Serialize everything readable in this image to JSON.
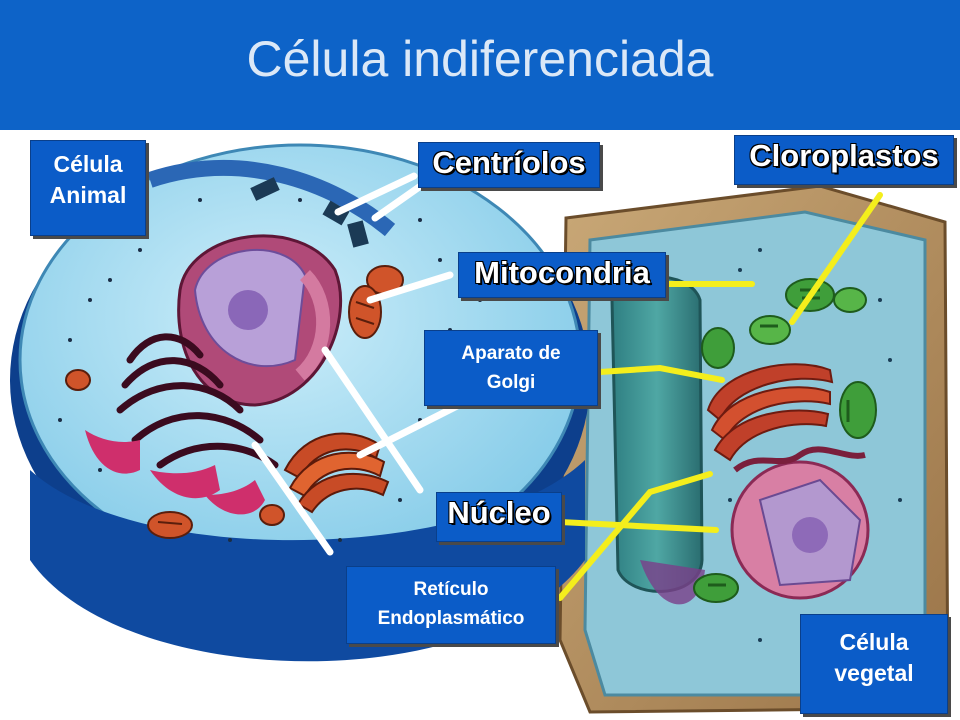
{
  "title": "Célula indiferenciada",
  "labels": {
    "animal_cell": [
      "Célula",
      "Animal"
    ],
    "plant_cell": [
      "Célula",
      "vegetal"
    ],
    "centrioles": "Centríolos",
    "chloroplasts": "Cloroplastos",
    "mitochondria": "Mitocondria",
    "golgi": [
      "Aparato de",
      "Golgi"
    ],
    "nucleus": "Núcleo",
    "er": [
      "Retículo",
      "Endoplasmático"
    ]
  },
  "colors": {
    "title_bar": "#0d63c8",
    "label_box": "#0b5cc8",
    "arrow_white": "#ffffff",
    "arrow_yellow": "#f4ee1c"
  }
}
